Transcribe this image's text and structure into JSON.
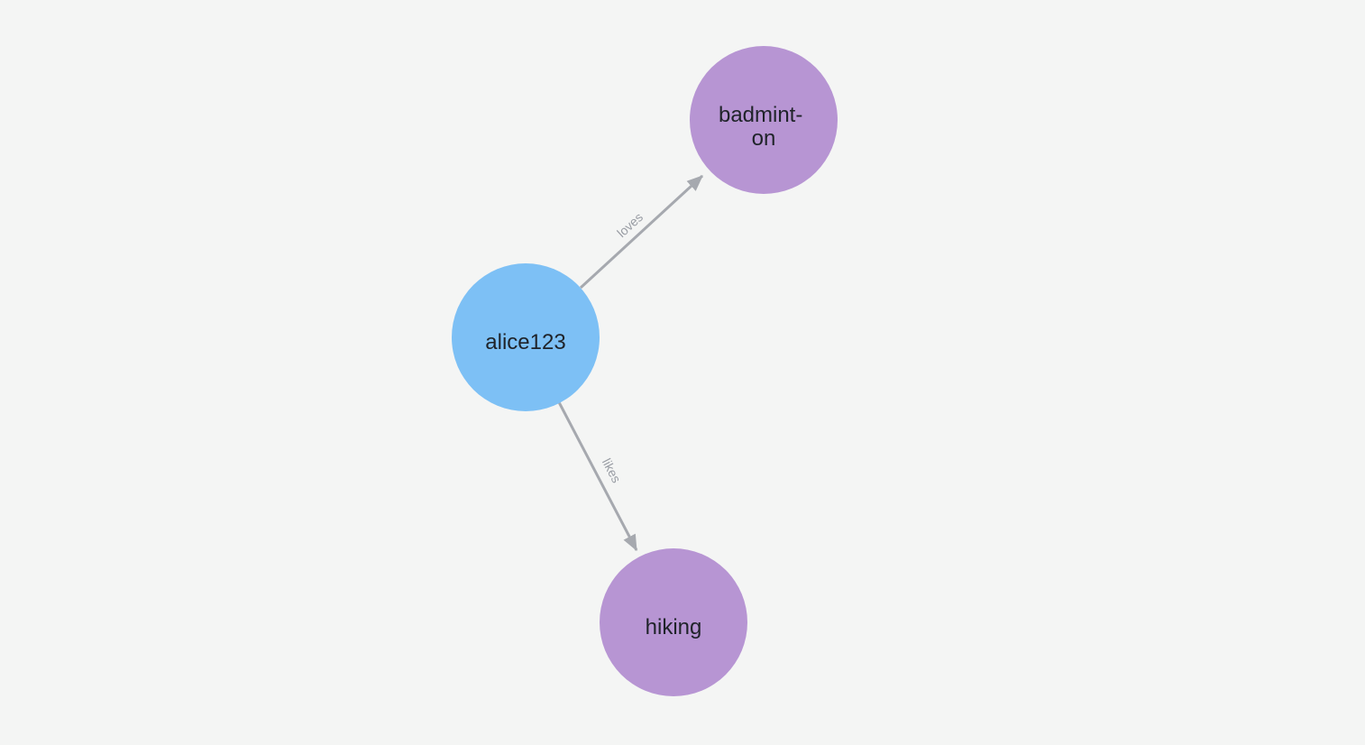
{
  "canvas": {
    "background_color": "#F4F5F4"
  },
  "graph": {
    "nodes": [
      {
        "id": "alice123",
        "label": "alice123",
        "display_lines": [
          "alice123"
        ],
        "color": "#7DC0F5",
        "text_color": "#1F2329"
      },
      {
        "id": "badminton",
        "label": "badminton",
        "display_lines": [
          "badmint-",
          "on"
        ],
        "color": "#B795D3",
        "text_color": "#1F2329"
      },
      {
        "id": "hiking",
        "label": "hiking",
        "display_lines": [
          "hiking"
        ],
        "color": "#B795D3",
        "text_color": "#1F2329"
      }
    ],
    "edges": [
      {
        "label": "loves",
        "from": "alice123",
        "to": "badminton"
      },
      {
        "label": "likes",
        "from": "alice123",
        "to": "hiking"
      }
    ],
    "edge_color": "#A6A9AF",
    "edge_label_color": "#999DA4"
  }
}
